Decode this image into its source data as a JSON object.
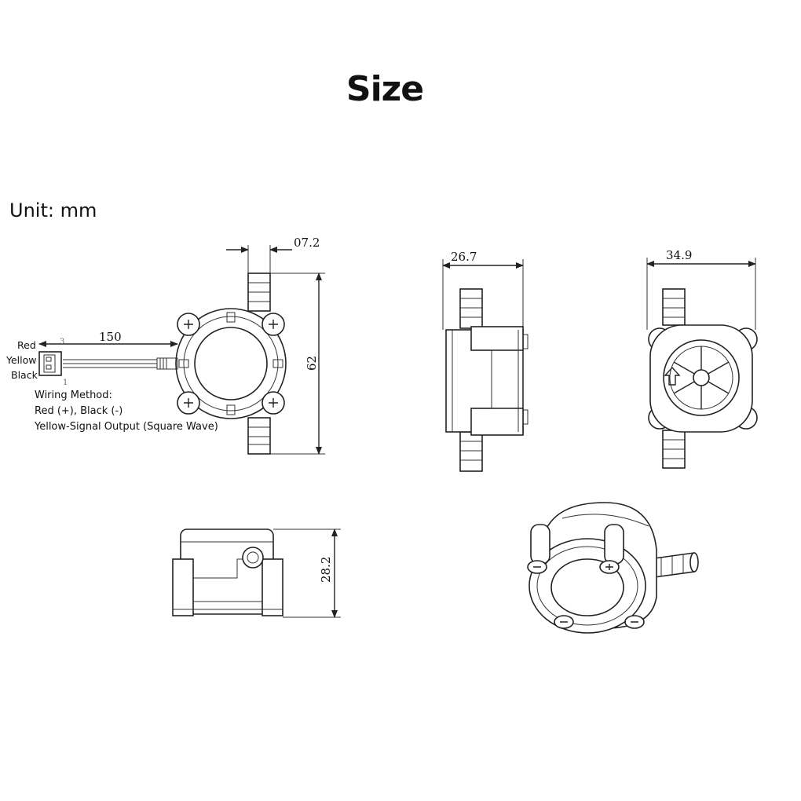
{
  "header": {
    "title": "Size"
  },
  "unit_label": "Unit: mm",
  "wires": {
    "red": "Red",
    "yellow": "Yellow",
    "black": "Black",
    "pin3": "3",
    "pin1": "1"
  },
  "wiring": {
    "heading": "Wiring Method:",
    "power": "Red (+), Black (-)",
    "signal": "Yellow-Signal Output (Square Wave)"
  },
  "dimensions": {
    "cable_length": "150",
    "pipe_dia": "07.2",
    "height": "62",
    "depth": "26.7",
    "width": "34.9",
    "side_height": "28.2"
  }
}
